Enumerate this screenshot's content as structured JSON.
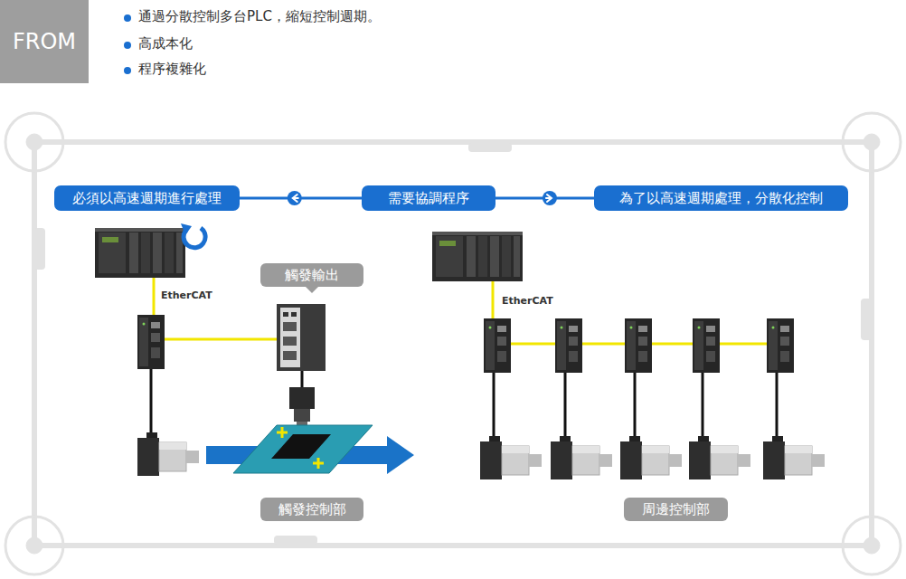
{
  "diagram": {
    "nodes": [
      {
        "text": [
          "FROM"
        ]
      },
      {
        "text": [
          "必須以高速週期進行處理"
        ]
      },
      {
        "text": [
          "需要協調程序"
        ]
      },
      {
        "text": [
          "為了以高速週期處理，分散化控制"
        ]
      },
      {
        "text": [
          "觸發輸出"
        ]
      },
      {
        "text": [
          "觸發控制部"
        ]
      },
      {
        "text": [
          "周邊控制部"
        ]
      }
    ],
    "edges": [
      {
        "from": 2,
        "to": 1,
        "arrow": "to"
      },
      {
        "from": 2,
        "to": 3,
        "arrow": "to"
      }
    ],
    "labels": [
      "通過分散控制多台PLC，縮短控制週期。",
      "高成本化",
      "程序複雜化",
      "EtherCAT",
      "EtherCAT"
    ]
  }
}
